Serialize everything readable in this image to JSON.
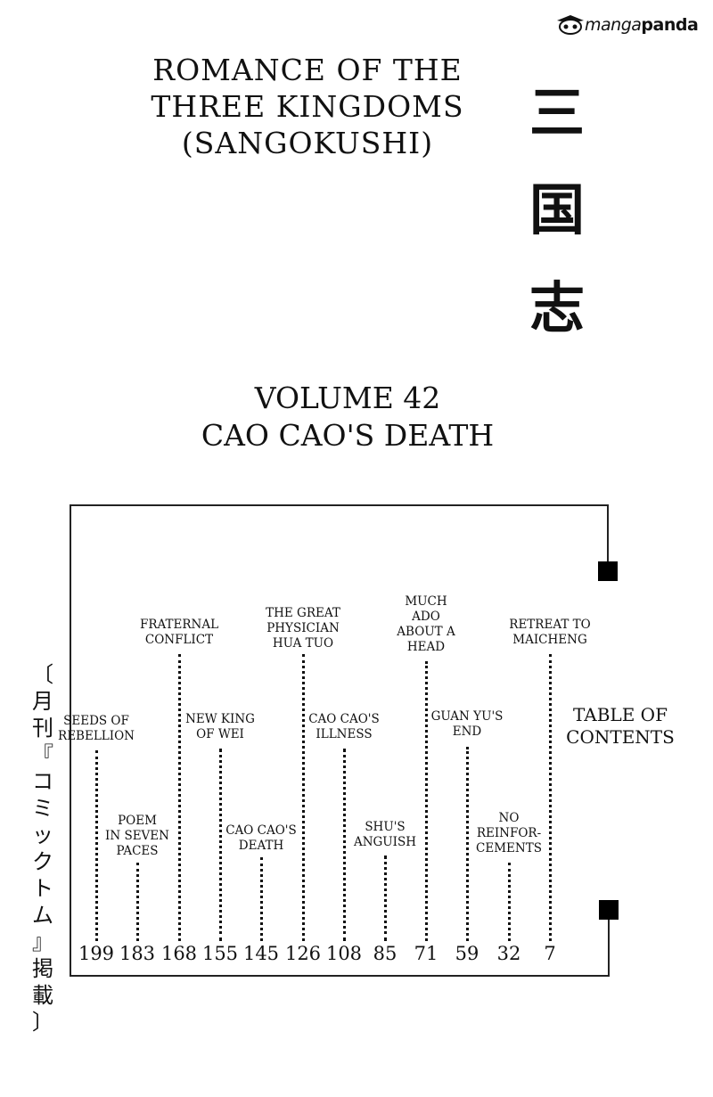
{
  "watermark": {
    "part1": "manga",
    "part2": "panda"
  },
  "title": {
    "line1": "ROMANCE OF THE",
    "line2": "THREE KINGDOMS",
    "line3": "(SANGOKUSHI)"
  },
  "kanji": [
    "三",
    "国",
    "志"
  ],
  "volume": {
    "line1": "VOLUME 42",
    "line2": "CAO CAO'S DEATH"
  },
  "toc_title": {
    "line1": "TABLE OF",
    "line2": "CONTENTS"
  },
  "side_text": [
    "〔",
    "月",
    "刊",
    "『",
    "コ",
    "ミ",
    "ッ",
    "ク",
    "ト",
    "ム",
    "』",
    "掲",
    "載",
    "〕"
  ],
  "chapters": [
    {
      "lines": [
        "RETREAT TO",
        "MAICHENG"
      ],
      "page": "7"
    },
    {
      "lines": [
        "NO",
        "REINFOR-",
        "CEMENTS"
      ],
      "page": "32"
    },
    {
      "lines": [
        "GUAN YU'S",
        "END"
      ],
      "page": "59"
    },
    {
      "lines": [
        "MUCH",
        "ADO",
        "ABOUT A",
        "HEAD"
      ],
      "page": "71"
    },
    {
      "lines": [
        "SHU'S",
        "ANGUISH"
      ],
      "page": "85"
    },
    {
      "lines": [
        "CAO CAO'S",
        "ILLNESS"
      ],
      "page": "108"
    },
    {
      "lines": [
        "THE GREAT",
        "PHYSICIAN",
        "HUA TUO"
      ],
      "page": "126"
    },
    {
      "lines": [
        "CAO CAO'S",
        "DEATH"
      ],
      "page": "145"
    },
    {
      "lines": [
        "NEW KING",
        "OF WEI"
      ],
      "page": "155"
    },
    {
      "lines": [
        "FRATERNAL",
        "CONFLICT"
      ],
      "page": "168"
    },
    {
      "lines": [
        "POEM",
        "IN SEVEN",
        "PACES"
      ],
      "page": "183"
    },
    {
      "lines": [
        "SEEDS OF",
        "REBELLION"
      ],
      "page": "199"
    }
  ]
}
